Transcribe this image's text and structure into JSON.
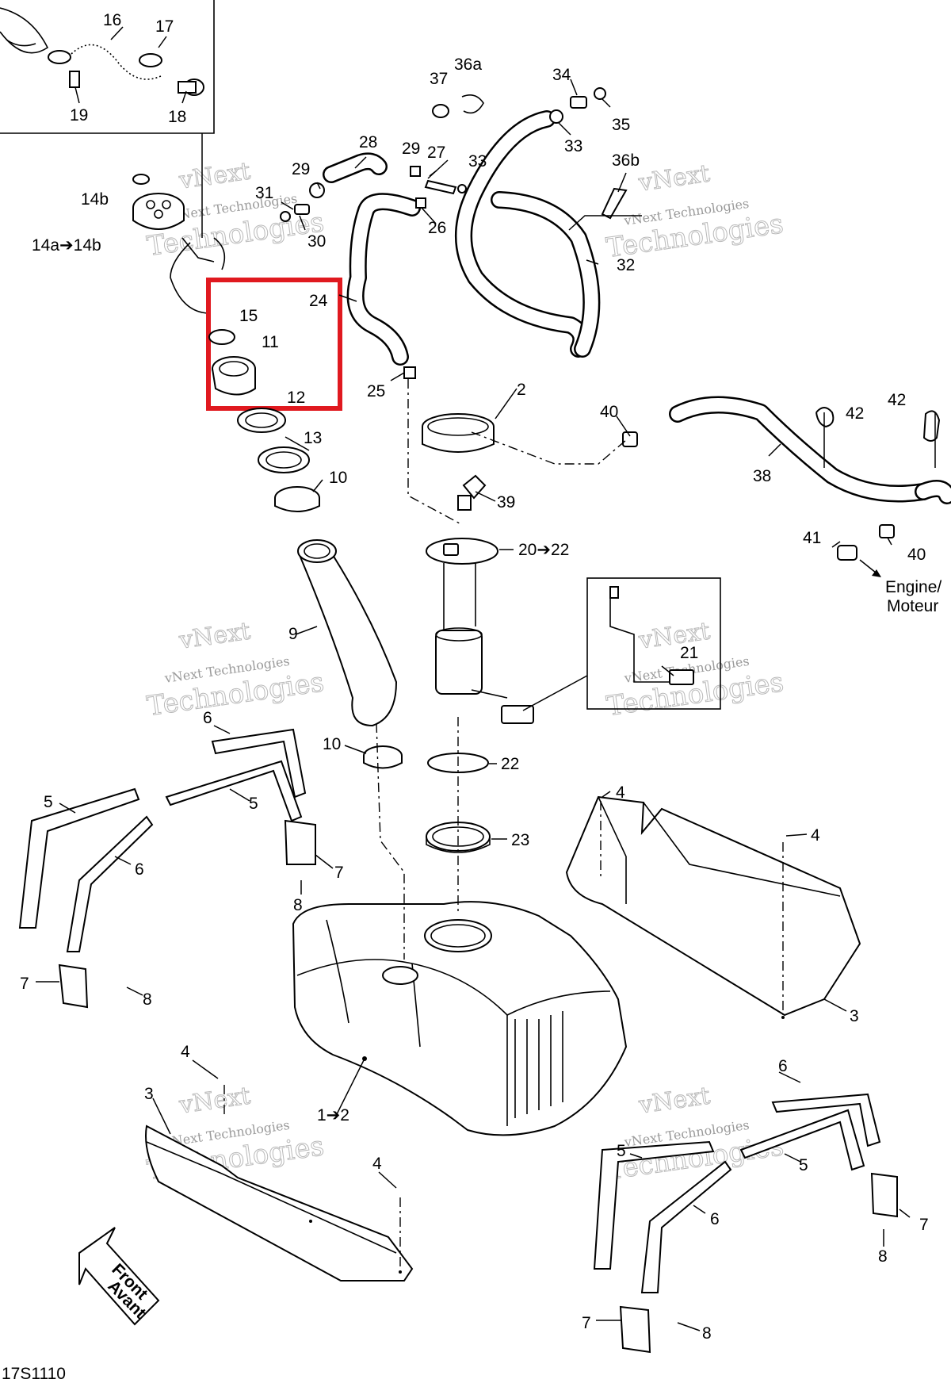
{
  "callouts": [
    {
      "id": "c16",
      "text": "16"
    },
    {
      "id": "c17",
      "text": "17"
    },
    {
      "id": "c19",
      "text": "19"
    },
    {
      "id": "c18",
      "text": "18"
    },
    {
      "id": "c37",
      "text": "37"
    },
    {
      "id": "c36a",
      "text": "36a"
    },
    {
      "id": "c34",
      "text": "34"
    },
    {
      "id": "c35",
      "text": "35"
    },
    {
      "id": "c33a",
      "text": "33"
    },
    {
      "id": "c28",
      "text": "28"
    },
    {
      "id": "c29a",
      "text": "29"
    },
    {
      "id": "c27",
      "text": "27"
    },
    {
      "id": "c33b",
      "text": "33"
    },
    {
      "id": "c36b",
      "text": "36b"
    },
    {
      "id": "c29b",
      "text": "29"
    },
    {
      "id": "c31",
      "text": "31"
    },
    {
      "id": "c14b",
      "text": "14b"
    },
    {
      "id": "c30",
      "text": "30"
    },
    {
      "id": "c26",
      "text": "26"
    },
    {
      "id": "c14a",
      "text": "14a➔14b"
    },
    {
      "id": "c32",
      "text": "32"
    },
    {
      "id": "c24",
      "text": "24"
    },
    {
      "id": "c15",
      "text": "15"
    },
    {
      "id": "c11",
      "text": "11"
    },
    {
      "id": "c12",
      "text": "12"
    },
    {
      "id": "c25",
      "text": "25"
    },
    {
      "id": "c2",
      "text": "2"
    },
    {
      "id": "c40a",
      "text": "40"
    },
    {
      "id": "c42a",
      "text": "42"
    },
    {
      "id": "c42b",
      "text": "42"
    },
    {
      "id": "c13",
      "text": "13"
    },
    {
      "id": "c38",
      "text": "38"
    },
    {
      "id": "c10a",
      "text": "10"
    },
    {
      "id": "c39",
      "text": "39"
    },
    {
      "id": "c41",
      "text": "41"
    },
    {
      "id": "c40b",
      "text": "40"
    },
    {
      "id": "c2022",
      "text": "20➔22"
    },
    {
      "id": "c9",
      "text": "9"
    },
    {
      "id": "c21",
      "text": "21"
    },
    {
      "id": "c6a",
      "text": "6"
    },
    {
      "id": "c10b",
      "text": "10"
    },
    {
      "id": "c22",
      "text": "22"
    },
    {
      "id": "c5a",
      "text": "5"
    },
    {
      "id": "c5b",
      "text": "5"
    },
    {
      "id": "c4a",
      "text": "4"
    },
    {
      "id": "c4b",
      "text": "4"
    },
    {
      "id": "c23",
      "text": "23"
    },
    {
      "id": "c6b",
      "text": "6"
    },
    {
      "id": "c7a",
      "text": "7"
    },
    {
      "id": "c8a",
      "text": "8"
    },
    {
      "id": "c7b",
      "text": "7"
    },
    {
      "id": "c8b",
      "text": "8"
    },
    {
      "id": "c3a",
      "text": "3"
    },
    {
      "id": "c4c",
      "text": "4"
    },
    {
      "id": "c6c",
      "text": "6"
    },
    {
      "id": "c3b",
      "text": "3"
    },
    {
      "id": "c12b",
      "text": "1➔2"
    },
    {
      "id": "c5c",
      "text": "5"
    },
    {
      "id": "c5d",
      "text": "5"
    },
    {
      "id": "c4d",
      "text": "4"
    },
    {
      "id": "c6d",
      "text": "6"
    },
    {
      "id": "c7c",
      "text": "7"
    },
    {
      "id": "c8c",
      "text": "8"
    },
    {
      "id": "c7d",
      "text": "7"
    },
    {
      "id": "c8d",
      "text": "8"
    }
  ],
  "destination": {
    "line1": "Engine/",
    "line2": "Moteur"
  },
  "front_arrow": {
    "line1": "Front",
    "line2": "Avant"
  },
  "watermark": {
    "line1": "vNext",
    "line2": "vNext Technologies",
    "line3": "Technologies"
  },
  "drawing_code": "17S1110",
  "highlight": {
    "color": "#e0191f",
    "callouts": [
      "24",
      "15",
      "11",
      "12"
    ]
  }
}
